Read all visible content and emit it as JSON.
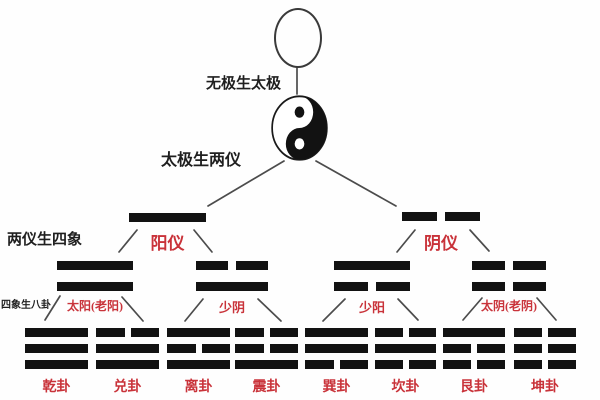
{
  "colors": {
    "bar": "#121212",
    "red_label": "#c9333a",
    "connector_line": "#4c4c4c",
    "black_text": "#1f1f1f",
    "background": "#fefefe"
  },
  "stage_labels": {
    "wuji_to_taiji": "无极生太极",
    "taiji_to_liangyi": "太极生两仪",
    "liangyi_to_sixiang": "两仪生四象",
    "sixiang_to_bagua": "四象生八卦"
  },
  "icons": {
    "wuji": "empty-circle-icon",
    "taiji": "yin-yang-icon"
  },
  "liangyi": [
    {
      "name": "阳仪",
      "lines": [
        "solid"
      ]
    },
    {
      "name": "阴仪",
      "lines": [
        "broken"
      ]
    }
  ],
  "sixiang": [
    {
      "name": "太阳(老阳)",
      "lines": [
        "solid",
        "solid"
      ]
    },
    {
      "name": "少阴",
      "lines": [
        "broken",
        "solid"
      ]
    },
    {
      "name": "少阳",
      "lines": [
        "solid",
        "broken"
      ]
    },
    {
      "name": "太阴(老阴)",
      "lines": [
        "broken",
        "broken"
      ]
    }
  ],
  "bagua": [
    {
      "name": "乾卦",
      "lines": [
        "solid",
        "solid",
        "solid"
      ]
    },
    {
      "name": "兑卦",
      "lines": [
        "broken",
        "solid",
        "solid"
      ]
    },
    {
      "name": "离卦",
      "lines": [
        "solid",
        "broken",
        "solid"
      ]
    },
    {
      "name": "震卦",
      "lines": [
        "broken",
        "broken",
        "solid"
      ]
    },
    {
      "name": "巽卦",
      "lines": [
        "solid",
        "solid",
        "broken"
      ]
    },
    {
      "name": "坎卦",
      "lines": [
        "broken",
        "solid",
        "broken"
      ]
    },
    {
      "name": "艮卦",
      "lines": [
        "solid",
        "broken",
        "broken"
      ]
    },
    {
      "name": "坤卦",
      "lines": [
        "broken",
        "broken",
        "broken"
      ]
    }
  ]
}
